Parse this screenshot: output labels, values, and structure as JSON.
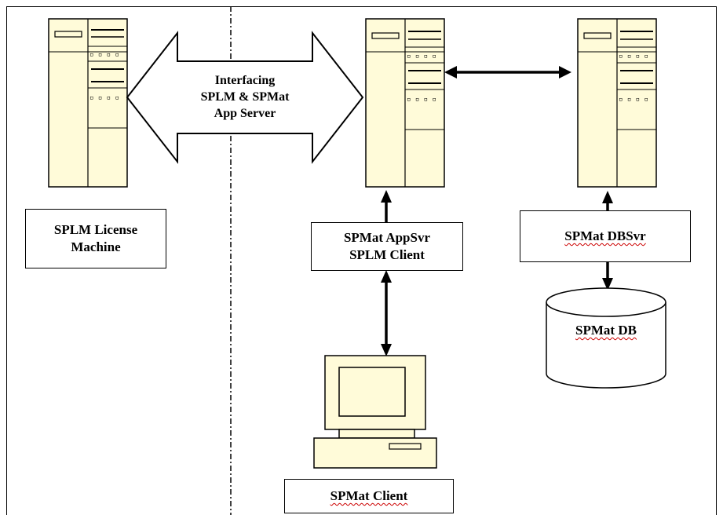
{
  "diagram": {
    "interface_label_line1": "Interfacing",
    "interface_label_line2": "SPLM & SPMat",
    "interface_label_line3": "App Server",
    "license_machine_label": "SPLM License\nMachine",
    "appsvr_label_line1": "SPMat AppSvr",
    "appsvr_label_line2": "SPLM Client",
    "dbsvr_label": "SPMat DBSvr",
    "db_label": "SPMat DB",
    "client_label": "SPMat Client"
  },
  "colors": {
    "server_fill": "#fffbd9",
    "stroke": "#000000",
    "spellcheck_underline": "#cc0000"
  },
  "icons": [
    "server-icon",
    "database-cylinder-icon",
    "desktop-computer-icon",
    "double-arrow-icon"
  ]
}
